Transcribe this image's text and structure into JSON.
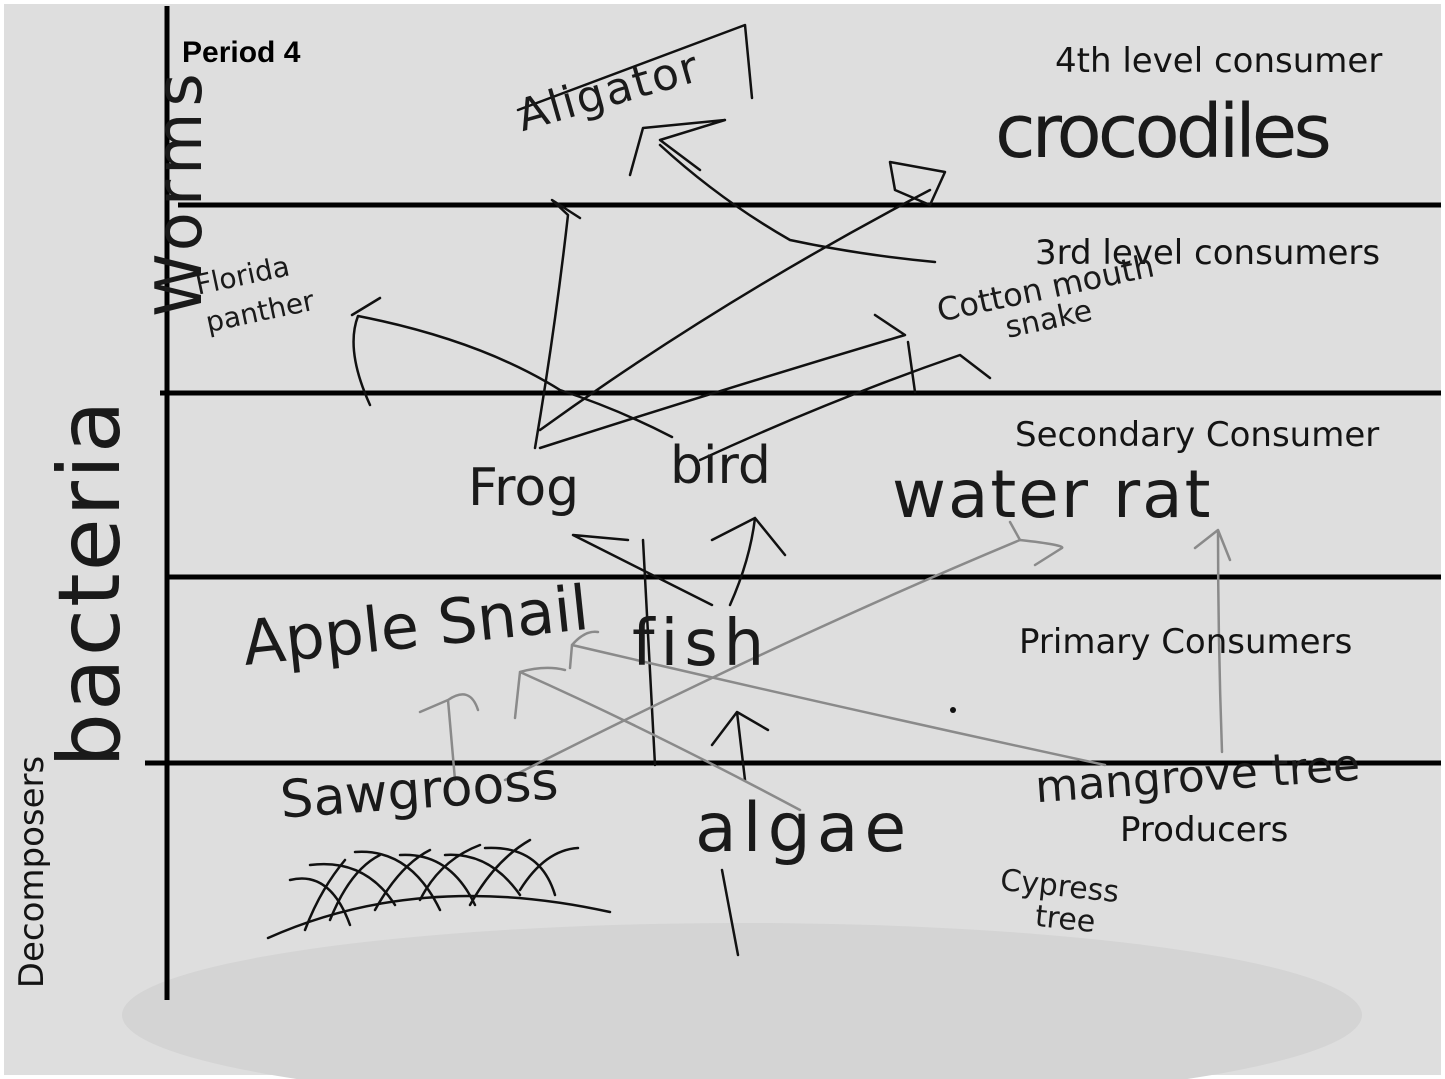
{
  "canvas": {
    "background": "#dedede",
    "ground_color": "#d4d4d4",
    "ink_color": "#000000",
    "gray_ink_color": "#8a8a8a"
  },
  "period_label": "Period 4",
  "trophic_levels": [
    {
      "label": "4th level consumer"
    },
    {
      "label": "3rd level consumers"
    },
    {
      "label": "Secondary Consumer"
    },
    {
      "label": "Primary Consumers"
    },
    {
      "label": "Producers"
    }
  ],
  "decomposers_label": "Decomposers",
  "handwritten": {
    "decomposer_1": "Worms",
    "decomposer_2": "bacteria",
    "crocodiles": "crocodiles",
    "aligator": "Aligator",
    "panther_1": "Florida",
    "panther_2": "panther",
    "snake_1": "Cotton mouth",
    "snake_2": "snake",
    "frog": "Frog",
    "bird": "bird",
    "water_rat": "water rat",
    "apple_snail": "Apple Snail",
    "fish": "fish",
    "sawgrass": "Sawgrooss",
    "algae": "algae",
    "mangrove": "mangrove tree",
    "cypress_1": "Cypress",
    "cypress_2": "tree"
  }
}
